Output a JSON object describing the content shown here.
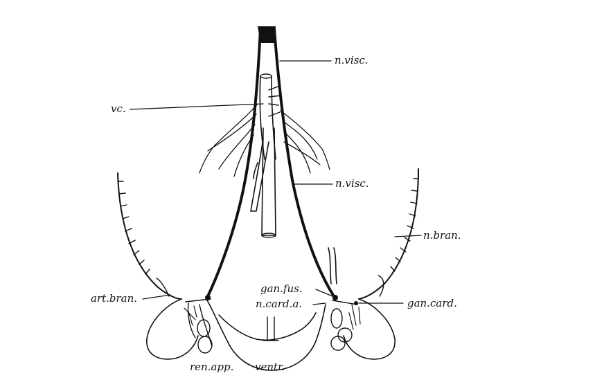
{
  "colors": {
    "ink": "#111111",
    "paper": "#ffffff"
  },
  "labels": {
    "n_visc_top": "n.visc.",
    "vc": "vc.",
    "n_visc_mid": "n.visc.",
    "n_bran": "n.bran.",
    "art_bran": "art.bran.",
    "gan_fus": "gan.fus.",
    "n_card_a": "n.card.a.",
    "gan_card": "gan.card.",
    "ren_app": "ren.app.",
    "ventr": "ventr."
  }
}
